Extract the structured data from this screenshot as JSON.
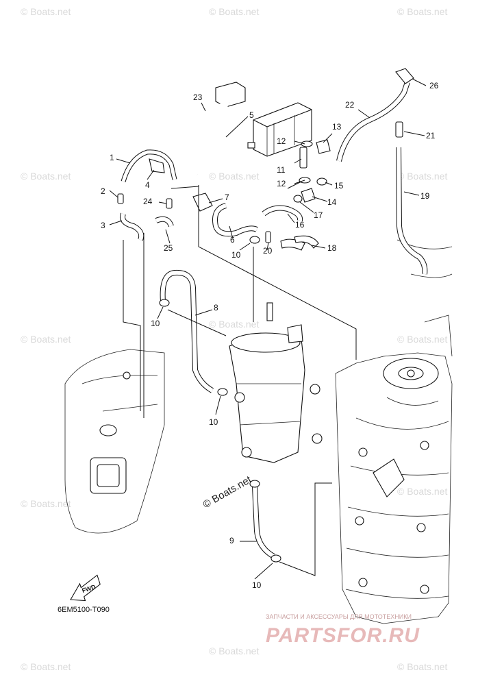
{
  "watermark": "© Boats.net",
  "diagram_code": "6EM5100-T090",
  "fwd_label": "FWD",
  "vendor_tagline": "ЗАПЧАСТИ И АКСЕССУАРЫ ДЛЯ МОТОТЕХНИКИ",
  "vendor_logo": "PARTSFOR.RU",
  "callouts": {
    "c1": "1",
    "c2": "2",
    "c3": "3",
    "c4": "4",
    "c5": "5",
    "c6": "6",
    "c7": "7",
    "c8": "8",
    "c9": "9",
    "c10a": "10",
    "c10b": "10",
    "c10c": "10",
    "c10d": "10",
    "c11": "11",
    "c12a": "12",
    "c12b": "12",
    "c13": "13",
    "c14": "14",
    "c15": "15",
    "c16": "16",
    "c17": "17",
    "c18": "18",
    "c19": "19",
    "c20": "20",
    "c21": "21",
    "c22": "22",
    "c23": "23",
    "c24": "24",
    "c25": "25",
    "c26": "26"
  }
}
